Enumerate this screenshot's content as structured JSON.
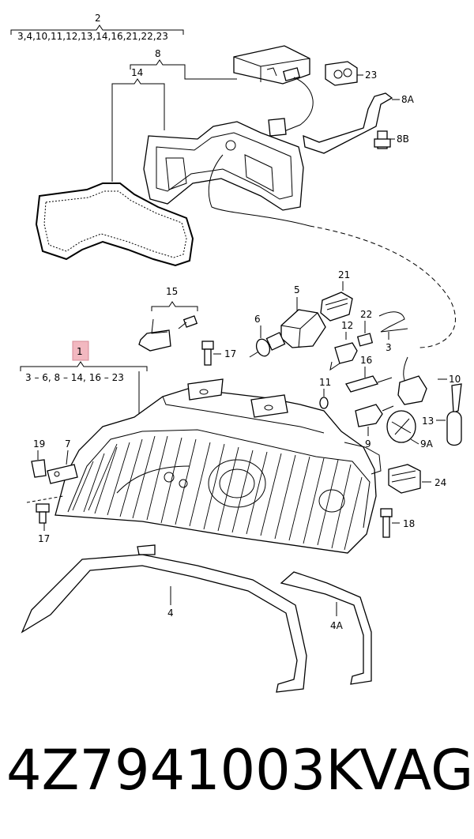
{
  "callouts": {
    "c2": "2",
    "c2_range": "3,4,10,11,12,13,14,16,21,22,23",
    "c8": "8",
    "c14": "14",
    "c23": "23",
    "c8A": "8A",
    "c8B": "8B",
    "c15": "15",
    "c21": "21",
    "c5": "5",
    "c6": "6",
    "c22": "22",
    "c12": "12",
    "c3": "3",
    "c17a": "17",
    "c16": "16",
    "c1": "1",
    "c1_range": "3 – 6, 8 – 14, 16 – 23",
    "c11": "11",
    "c10": "10",
    "c9": "9",
    "c13": "13",
    "c9A": "9A",
    "c19": "19",
    "c7": "7",
    "c24": "24",
    "c17b": "17",
    "c18": "18",
    "c4": "4",
    "c4A": "4A"
  },
  "highlight_color": "#f2b8c0",
  "footer": {
    "part_number": "4Z7941003K",
    "brand": "VAG"
  }
}
